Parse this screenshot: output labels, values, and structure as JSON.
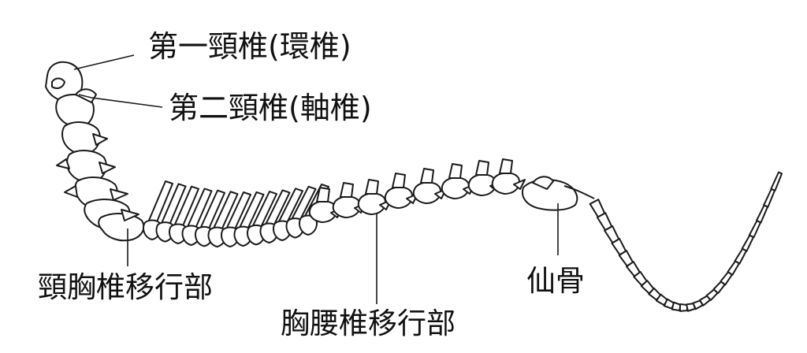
{
  "labels": {
    "atlas": "第一頸椎(環椎)",
    "axis": "第二頸椎(軸椎)",
    "cervicothoracic": "頸胸椎移行部",
    "thoracolumbar": "胸腰椎移行部",
    "sacrum": "仙骨"
  },
  "colors": {
    "line": "#1a1a1a",
    "bone_fill": "#ffffff",
    "background": "#ffffff"
  }
}
